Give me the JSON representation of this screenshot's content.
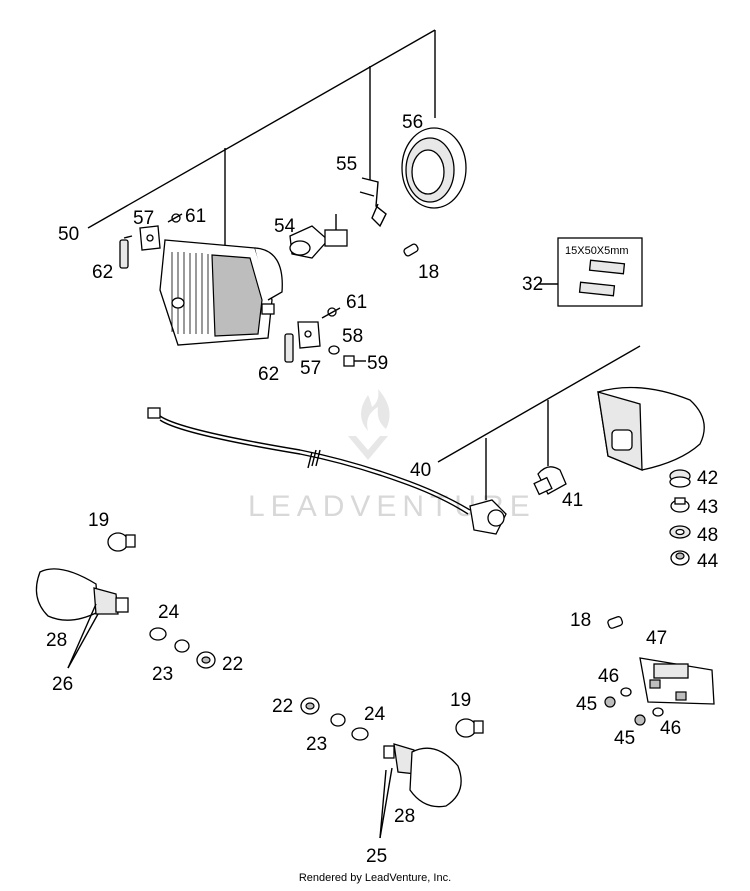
{
  "watermark": "LEADVENTURE",
  "footer": "Rendered by LeadVenture, Inc.",
  "kit_label": "15X50X5mm",
  "labels": {
    "l50": "50",
    "l57a": "57",
    "l61a": "61",
    "l62a": "62",
    "l54": "54",
    "l55": "55",
    "l56": "56",
    "l18a": "18",
    "l32": "32",
    "l61b": "61",
    "l58": "58",
    "l59": "59",
    "l62b": "62",
    "l57b": "57",
    "l40": "40",
    "l41": "41",
    "l42": "42",
    "l43": "43",
    "l48": "48",
    "l44": "44",
    "l19a": "19",
    "l24a": "24",
    "l28a": "28",
    "l23a": "23",
    "l22a": "22",
    "l26": "26",
    "l18b": "18",
    "l47": "47",
    "l46a": "46",
    "l45a": "45",
    "l46b": "46",
    "l45b": "45",
    "l22b": "22",
    "l24b": "24",
    "l19b": "19",
    "l23b": "23",
    "l28b": "28",
    "l25": "25"
  }
}
